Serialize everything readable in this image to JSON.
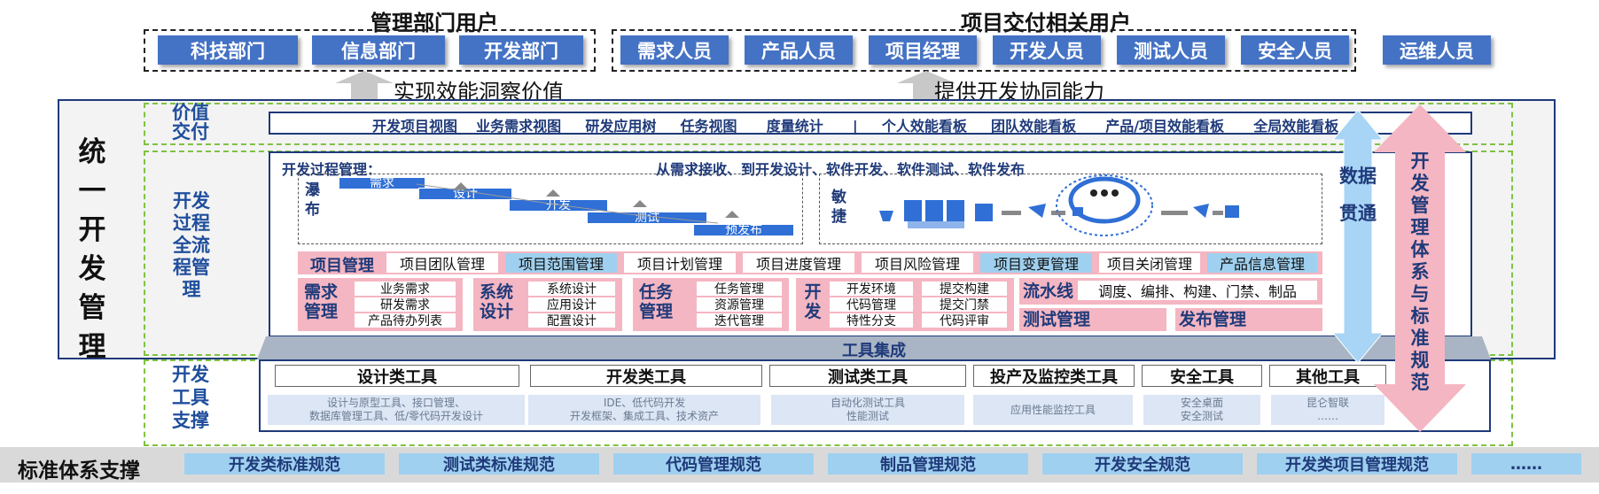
{
  "top": {
    "mgmt_title": "管理部门用户",
    "mgmt_users": [
      "科技部门",
      "信息部门",
      "开发部门"
    ],
    "delivery_title": "项目交付相关用户",
    "delivery_users": [
      "需求人员",
      "产品人员",
      "项目经理",
      "开发人员",
      "测试人员",
      "安全人员"
    ],
    "ops_user": "运维人员",
    "caption_left": "实现效能洞察价值",
    "caption_right": "提供开发协同能力"
  },
  "side_title": "统一开发管理",
  "rows": {
    "value": "价值交付",
    "process": "开发过程全流程管理",
    "tools": "开发工具支撑"
  },
  "value_bar": {
    "items_left": [
      "开发项目视图",
      "业务需求视图",
      "研发应用树",
      "任务视图",
      "度量统计"
    ],
    "separator": "|",
    "items_right": [
      "个人效能看板",
      "团队效能看板",
      "产品/项目效能看板",
      "全局效能看板"
    ]
  },
  "process": {
    "label": "开发过程管理：",
    "desc": "从需求接收、到开发设计、软件开发、软件测试、软件发布",
    "waterfall_label": "瀑布",
    "phases": [
      "需求",
      "设计",
      "开发",
      "测试",
      "预发布"
    ],
    "agile_label": "敏捷"
  },
  "pm": {
    "head": "项目管理",
    "items": [
      "项目团队管理",
      "项目范围管理",
      "项目计划管理",
      "项目进度管理",
      "项目风险管理",
      "项目变更管理",
      "项目关闭管理",
      "产品信息管理"
    ]
  },
  "cards": {
    "req": {
      "label": "需求管理",
      "items": [
        "业务需求",
        "研发需求",
        "产品待办列表"
      ]
    },
    "sys": {
      "label": "系统设计",
      "items": [
        "系统设计",
        "应用设计",
        "配置设计"
      ]
    },
    "task": {
      "label": "任务管理",
      "items": [
        "任务管理",
        "资源管理",
        "迭代管理"
      ]
    },
    "dev": {
      "label": "开发",
      "items_left": [
        "开发环境",
        "代码管理",
        "特性分支"
      ],
      "items_right": [
        "提交构建",
        "提交门禁",
        "代码评审"
      ]
    },
    "pipeline": {
      "label": "流水线",
      "text": "调度、编排、构建、门禁、制品"
    },
    "test": "测试管理",
    "release": "发布管理"
  },
  "tool_integration": "工具集成",
  "tools": [
    {
      "name": "设计类工具",
      "desc": [
        "设计与原型工具、接口管理、",
        "数据库管理工具、低/零代码开发设计"
      ]
    },
    {
      "name": "开发类工具",
      "desc": [
        "IDE、低代码开发",
        "开发框架、集成工具、技术资产"
      ]
    },
    {
      "name": "测试类工具",
      "desc": [
        "自动化测试工具",
        "性能测试"
      ]
    },
    {
      "name": "投产及监控类工具",
      "desc": [
        "应用性能监控工具"
      ]
    },
    {
      "name": "安全工具",
      "desc": [
        "安全桌面",
        "安全测试"
      ]
    },
    {
      "name": "其他工具",
      "desc": [
        "昆仑智联",
        "……"
      ]
    }
  ],
  "data_arrow": "数据贯通",
  "std_arrow": "开发管理体系与标准规范",
  "standards": {
    "label": "标准体系支撑",
    "items": [
      "开发类标准规范",
      "测试类标准规范",
      "代码管理规范",
      "制品管理规范",
      "开发安全规范",
      "开发类项目管理规范",
      "……"
    ]
  },
  "colors": {
    "blue": "#4472c4",
    "navy": "#1f3a7a",
    "pink": "#f4b6c2",
    "lightblue": "#9fd0ef",
    "green": "#7fc241"
  }
}
